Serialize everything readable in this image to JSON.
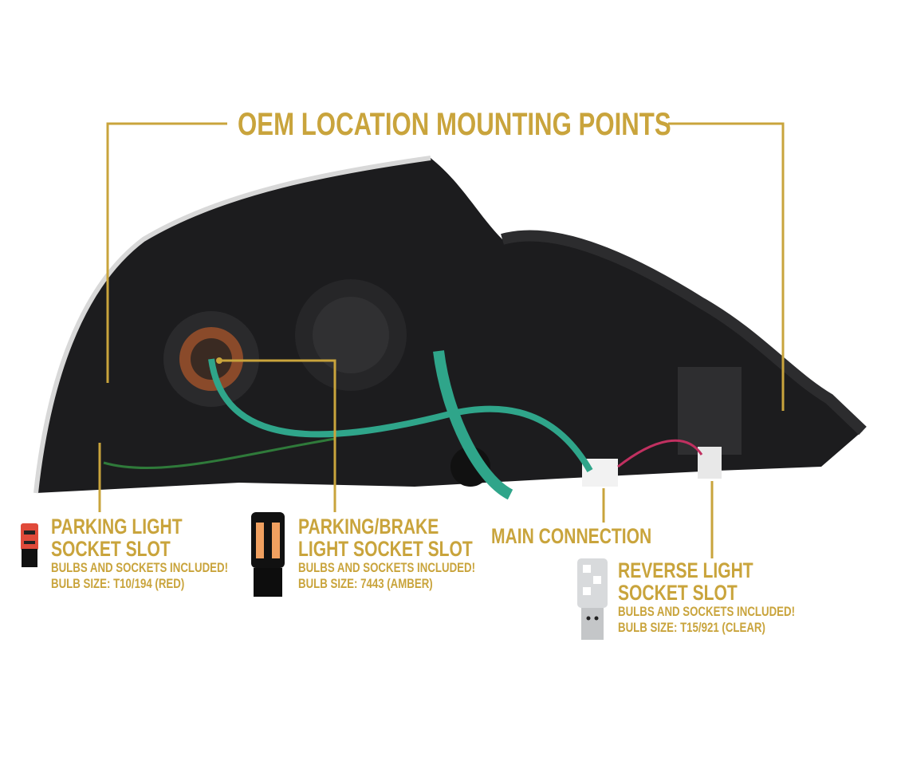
{
  "title": "OEM LOCATION MOUNTING POINTS",
  "accent_color": "#c9a43c",
  "callouts": [
    {
      "heading": [
        "PARKING LIGHT",
        "SOCKET SLOT"
      ],
      "note": "BULBS AND SOCKETS INCLUDED!",
      "bulb": "BULB SIZE: T10/194 (RED)",
      "icon": "red-t10-bulb-icon"
    },
    {
      "heading": [
        "PARKING/BRAKE",
        "LIGHT SOCKET SLOT"
      ],
      "note": "BULBS AND SOCKETS INCLUDED!",
      "bulb": "BULB SIZE: 7443 (AMBER)",
      "icon": "amber-7443-bulb-icon"
    },
    {
      "heading": [
        "MAIN CONNECTION"
      ]
    },
    {
      "heading": [
        "REVERSE LIGHT",
        "SOCKET SLOT"
      ],
      "note": "BULBS AND SOCKETS INCLUDED!",
      "bulb": "BULB SIZE: T15/921 (CLEAR)",
      "icon": "clear-t15-bulb-icon"
    }
  ]
}
